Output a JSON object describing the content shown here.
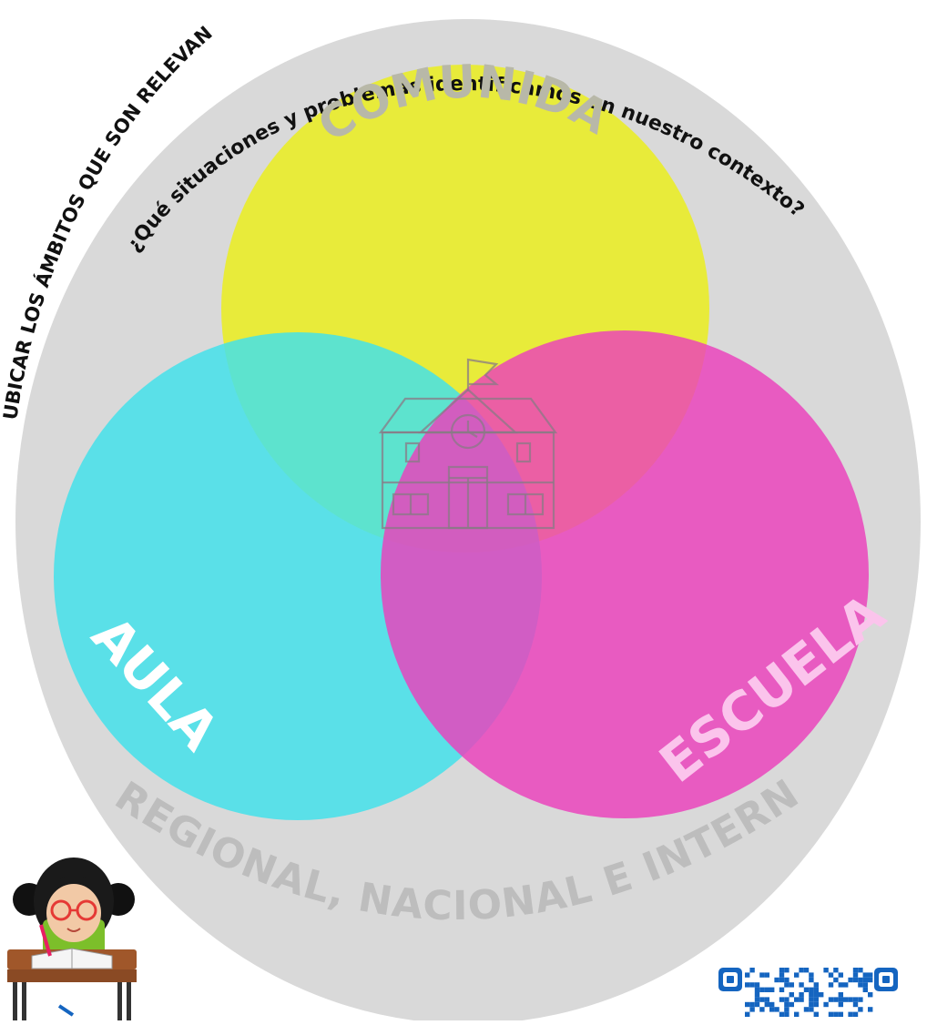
{
  "diagram": {
    "outer_label": "UBICAR LOS ÁMBITOS QUE SON RELEVANTES",
    "question": "¿Qué situaciones y problemas identificamos en nuestro contexto?",
    "outer_region_label": "REGIONAL, NACIONAL E INTERNACIONAL",
    "circles": {
      "top": {
        "label": "COMUNIDAD",
        "color": "#e8eb3a"
      },
      "left": {
        "label": "AULA",
        "color": "#42e1eb"
      },
      "right": {
        "label": "ESCUELA",
        "color": "#ec40bc"
      }
    },
    "colors": {
      "outer_ellipse": "#d9d9d9",
      "outer_region_text": "#bdbdbd",
      "comunidad_text": "#b8b8a8",
      "aula_text": "#ffffff",
      "escuela_text": "#fbc4ec",
      "school_icon": "#8a7a86",
      "qr_color": "#1565c0"
    },
    "icons": [
      "school-building-icon",
      "girl-writing-illustration",
      "qr-code"
    ]
  }
}
